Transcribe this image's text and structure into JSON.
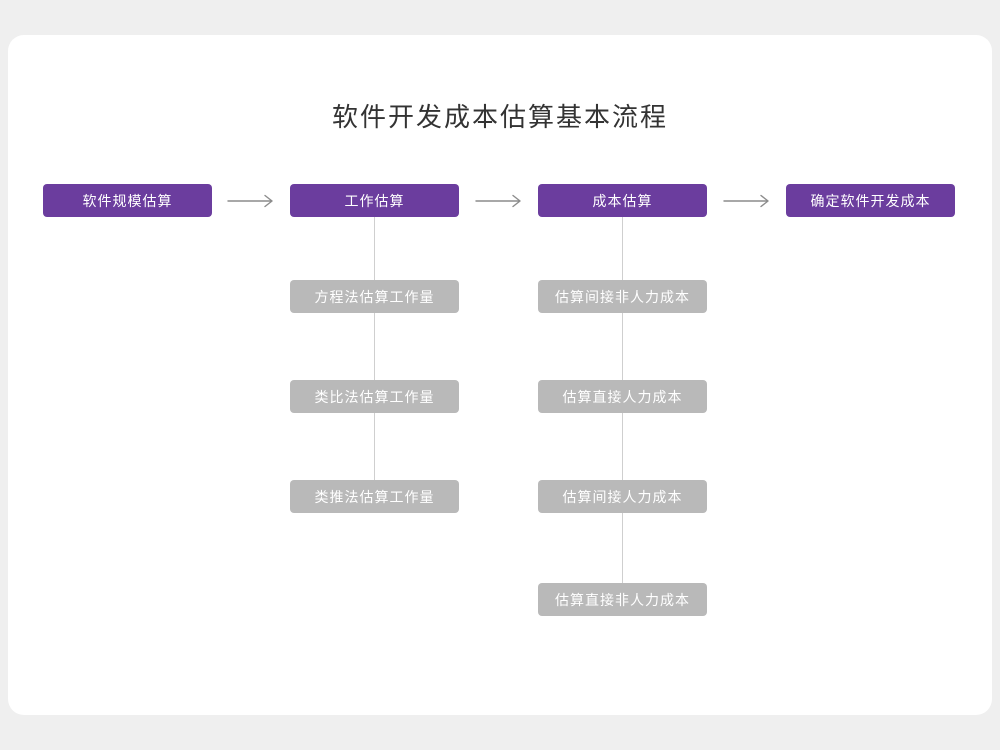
{
  "title": "软件开发成本估算基本流程",
  "flow": {
    "steps": [
      {
        "label": "软件规模估算"
      },
      {
        "label": "工作估算"
      },
      {
        "label": "成本估算"
      },
      {
        "label": "确定软件开发成本"
      }
    ]
  },
  "work_estimation_methods": {
    "parent": "工作估算",
    "items": [
      {
        "label": "方程法估算工作量"
      },
      {
        "label": "类比法估算工作量"
      },
      {
        "label": "类推法估算工作量"
      }
    ]
  },
  "cost_estimation_items": {
    "parent": "成本估算",
    "items": [
      {
        "label": "估算间接非人力成本"
      },
      {
        "label": "估算直接人力成本"
      },
      {
        "label": "估算间接人力成本"
      },
      {
        "label": "估算直接非人力成本"
      }
    ]
  },
  "colors": {
    "primary": "#6b3d9e",
    "secondary": "#b9b9b9",
    "connector": "#cfcfcf",
    "arrow": "#8c8c8c",
    "background": "#efefef",
    "card": "#ffffff",
    "title_text": "#333333"
  }
}
